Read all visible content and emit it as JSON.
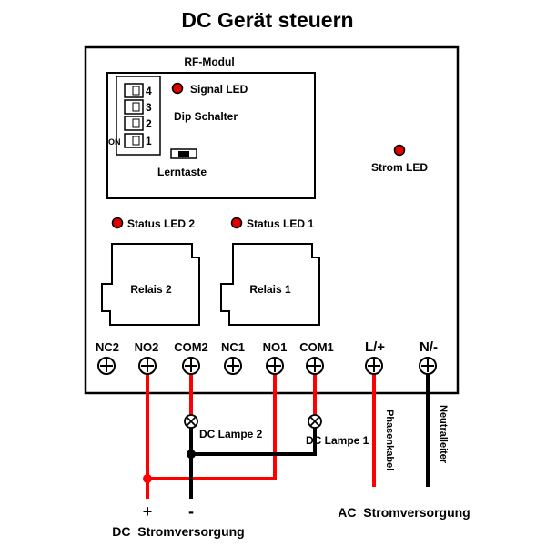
{
  "title": "DC Gerät steuern",
  "rf_module": {
    "label": "RF-Modul",
    "signal_led": "Signal LED",
    "dip_label": "Dip Schalter",
    "dip_on": "ON",
    "dip_numbers": [
      "4",
      "3",
      "2",
      "1"
    ],
    "learn_key": "Lerntaste"
  },
  "strom_led": "Strom LED",
  "status_led_2": "Status LED 2",
  "status_led_1": "Status LED 1",
  "relay_2": "Relais 2",
  "relay_1": "Relais 1",
  "terminals": {
    "nc2": "NC2",
    "no2": "NO2",
    "com2": "COM2",
    "nc1": "NC1",
    "no1": "NO1",
    "com1": "COM1",
    "l": "L/+",
    "n": "N/-"
  },
  "lamp_2": "DC Lampe 2",
  "lamp_1": "DC Lampe 1",
  "phase_cable": "Phasenkabel",
  "neutral_conductor": "Neutralleiter",
  "plus_sign": "+",
  "minus_sign": "-",
  "dc_supply": "DC  Stromversorgung",
  "ac_supply": "AC  Stromversorgung",
  "colors": {
    "led_red": "#e00000",
    "wire_red": "#ff0000",
    "wire_black": "#000000",
    "outline": "#000000"
  }
}
